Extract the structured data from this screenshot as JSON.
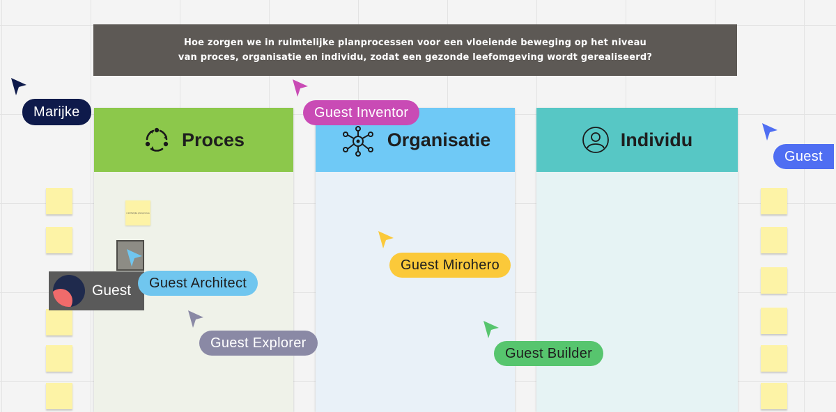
{
  "question": {
    "line1": "Hoe zorgen we in ruimtelijke planprocessen voor een vloeiende beweging op het niveau",
    "line2": "van proces, organisatie en individu, zodat een gezonde leefomgeving wordt gerealiseerd?"
  },
  "columns": [
    {
      "title": "Proces",
      "icon": "cycle-icon",
      "header_color": "#8cc84b",
      "body_color": "#eff2e9"
    },
    {
      "title": "Organisatie",
      "icon": "network-icon",
      "header_color": "#6fc9f6",
      "body_color": "#e9f1f8"
    },
    {
      "title": "Individu",
      "icon": "person-icon",
      "header_color": "#57c7c5",
      "body_color": "#e6f3f4"
    }
  ],
  "tiny_note_text": "ruimtelijke planproces",
  "collaborators": [
    {
      "name": "Marijke",
      "color": "#0e1a4b",
      "text_color": "#ffffff"
    },
    {
      "name": "Guest Inventor",
      "color": "#c94bb5",
      "text_color": "#ffffff"
    },
    {
      "name": "Guest",
      "color": "#4f6ef2",
      "text_color": "#ffffff"
    },
    {
      "name": "Guest Mirohero",
      "color": "#fbc93a",
      "text_color": "#1e1e1e"
    },
    {
      "name": "Guest Architect",
      "color": "#70c6ef",
      "text_color": "#1e1e1e"
    },
    {
      "name": "Guest Explorer",
      "color": "#8a89a5",
      "text_color": "#ffffff"
    },
    {
      "name": "Guest Builder",
      "color": "#57c56e",
      "text_color": "#1e1e1e"
    }
  ],
  "video_guest": {
    "name": "Guest"
  }
}
